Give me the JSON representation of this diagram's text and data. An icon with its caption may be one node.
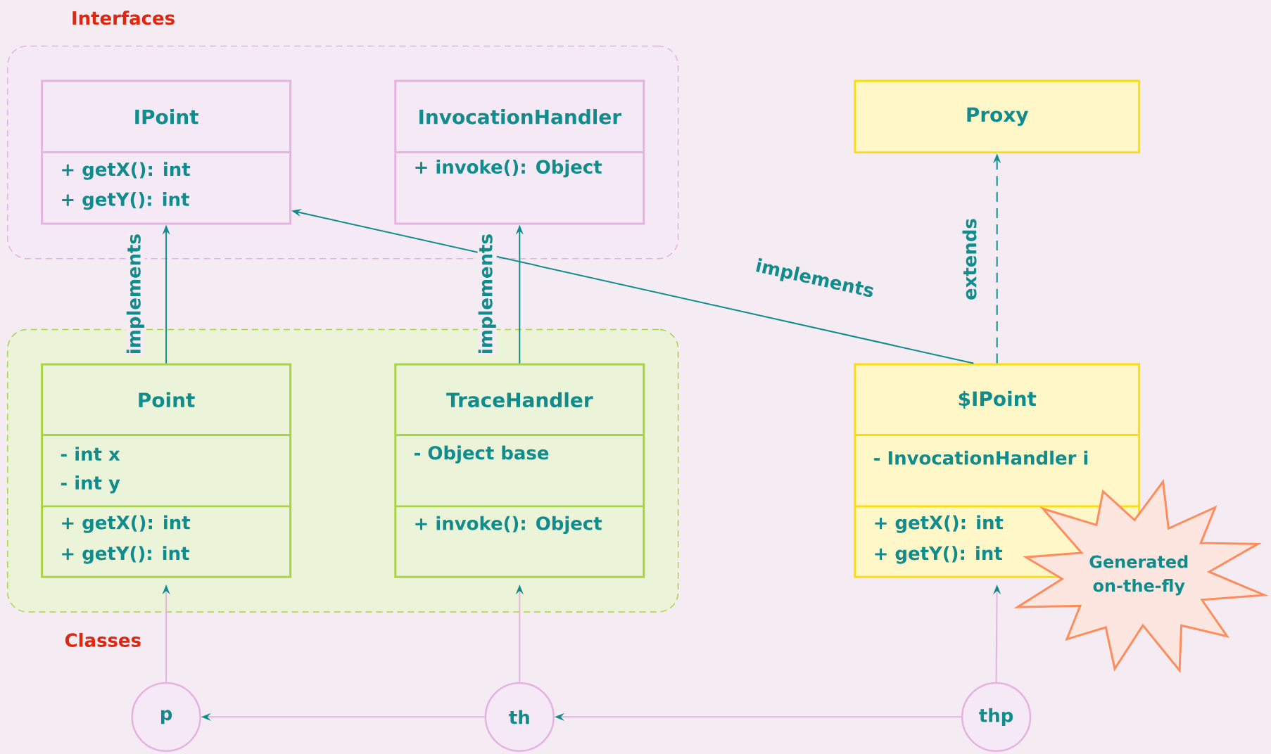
{
  "diagram": {
    "nodes": [
      {
        "text": [
          "Interfaces"
        ]
      },
      {
        "text": [
          "IPoint",
          "+ getX():  int",
          "+ getY():  int"
        ],
        "in": 0
      },
      {
        "text": [
          "InvocationHandler",
          "+ invoke():  Object"
        ],
        "in": 0
      },
      {
        "text": [
          "Classes"
        ]
      },
      {
        "text": [
          "Point",
          "- int x",
          "- int y",
          "+ getX():  int",
          "+ getY():  int"
        ],
        "in": 3
      },
      {
        "text": [
          "TraceHandler",
          "- Object base",
          "+ invoke():  Object"
        ],
        "in": 3
      },
      {
        "text": [
          "Proxy"
        ]
      },
      {
        "text": [
          "$IPoint",
          "- InvocationHandler i",
          "+ getX():  int",
          "+ getY():  int"
        ]
      },
      {
        "text": [
          "Generated on-the-fly"
        ]
      },
      {
        "text": [
          "p"
        ]
      },
      {
        "text": [
          "th"
        ]
      },
      {
        "text": [
          "thp"
        ]
      }
    ],
    "edges": [
      {
        "from": 4,
        "to": 1,
        "arrow": "to",
        "label": "implements",
        "color": "#118c8c"
      },
      {
        "from": 5,
        "to": 2,
        "arrow": "to",
        "label": "implements",
        "color": "#118c8c"
      },
      {
        "from": 7,
        "to": 1,
        "arrow": "to",
        "label": "implements",
        "color": "#118c8c"
      },
      {
        "from": 7,
        "to": 6,
        "arrow": "to",
        "label": "extends",
        "style": "dashed",
        "color": "#118c8c"
      },
      {
        "from": 9,
        "to": 4,
        "arrow": "to"
      },
      {
        "from": 10,
        "to": 5,
        "arrow": "to"
      },
      {
        "from": 11,
        "to": 7,
        "arrow": "to"
      },
      {
        "from": 10,
        "to": 9,
        "arrow": "to"
      },
      {
        "from": 11,
        "to": 10,
        "arrow": "to"
      }
    ]
  }
}
